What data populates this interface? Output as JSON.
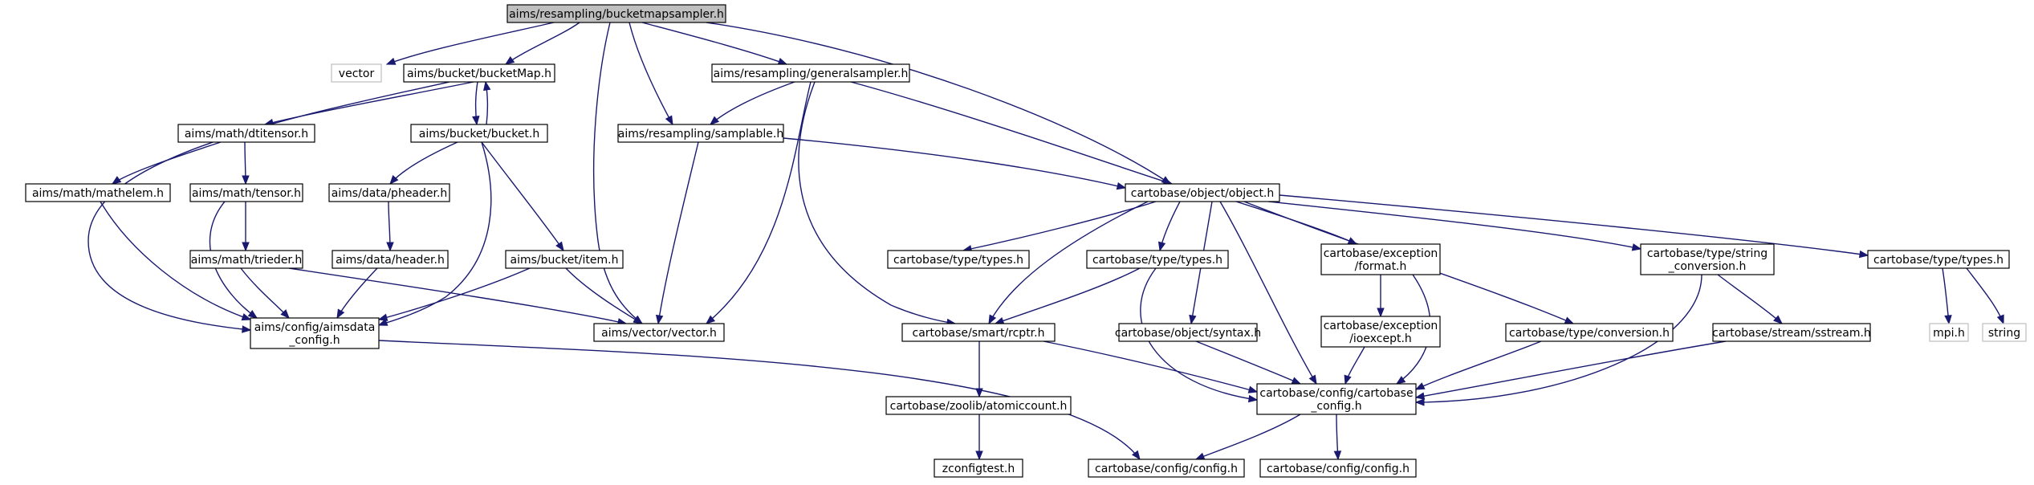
{
  "graph": {
    "nodes": [
      {
        "id": "n0",
        "lines": [
          "aims/resampling/bucketmapsampler.h"
        ]
      },
      {
        "id": "n1",
        "lines": [
          "vector"
        ]
      },
      {
        "id": "n2",
        "lines": [
          "aims/bucket/bucketMap.h"
        ]
      },
      {
        "id": "n3",
        "lines": [
          "aims/resampling/generalsampler.h"
        ]
      },
      {
        "id": "n4",
        "lines": [
          "aims/math/dtitensor.h"
        ]
      },
      {
        "id": "n5",
        "lines": [
          "aims/bucket/bucket.h"
        ]
      },
      {
        "id": "n6",
        "lines": [
          "aims/resampling/samplable.h"
        ]
      },
      {
        "id": "n7",
        "lines": [
          "aims/math/mathelem.h"
        ]
      },
      {
        "id": "n8",
        "lines": [
          "aims/math/tensor.h"
        ]
      },
      {
        "id": "n9",
        "lines": [
          "aims/data/pheader.h"
        ]
      },
      {
        "id": "n10",
        "lines": [
          "cartobase/object/object.h"
        ]
      },
      {
        "id": "n11",
        "lines": [
          "aims/math/trieder.h"
        ]
      },
      {
        "id": "n12",
        "lines": [
          "aims/data/header.h"
        ]
      },
      {
        "id": "n13",
        "lines": [
          "aims/bucket/item.h"
        ]
      },
      {
        "id": "n14",
        "lines": [
          "cartobase/type/types.h"
        ]
      },
      {
        "id": "n15",
        "lines": [
          "cartobase/type/types.h"
        ]
      },
      {
        "id": "n16",
        "lines": [
          "cartobase/exception",
          "/format.h"
        ]
      },
      {
        "id": "n17",
        "lines": [
          "cartobase/type/string",
          "_conversion.h"
        ]
      },
      {
        "id": "n18",
        "lines": [
          "cartobase/type/types.h"
        ]
      },
      {
        "id": "n19",
        "lines": [
          "aims/config/aimsdata",
          "_config.h"
        ]
      },
      {
        "id": "n20",
        "lines": [
          "aims/vector/vector.h"
        ]
      },
      {
        "id": "n21",
        "lines": [
          "cartobase/smart/rcptr.h"
        ]
      },
      {
        "id": "n22",
        "lines": [
          "cartobase/object/syntax.h"
        ]
      },
      {
        "id": "n23",
        "lines": [
          "cartobase/exception",
          "/ioexcept.h"
        ]
      },
      {
        "id": "n24",
        "lines": [
          "cartobase/type/conversion.h"
        ]
      },
      {
        "id": "n25",
        "lines": [
          "cartobase/stream/sstream.h"
        ]
      },
      {
        "id": "n26",
        "lines": [
          "mpi.h"
        ]
      },
      {
        "id": "n27",
        "lines": [
          "string"
        ]
      },
      {
        "id": "n28",
        "lines": [
          "cartobase/zoolib/atomiccount.h"
        ]
      },
      {
        "id": "n29",
        "lines": [
          "cartobase/config/cartobase",
          "_config.h"
        ]
      },
      {
        "id": "n30",
        "lines": [
          "zconfigtest.h"
        ]
      },
      {
        "id": "n31",
        "lines": [
          "cartobase/config/config.h"
        ]
      },
      {
        "id": "n32",
        "lines": [
          "cartobase/config/config.h"
        ]
      }
    ]
  }
}
